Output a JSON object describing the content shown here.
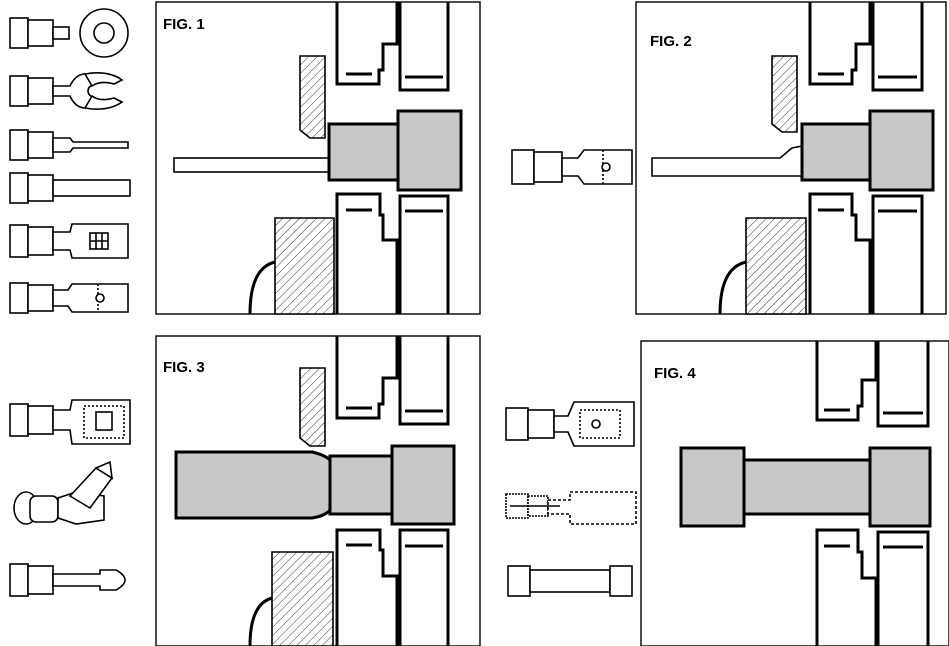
{
  "figures": {
    "fig1": {
      "label": "FIG. 1"
    },
    "fig2": {
      "label": "FIG. 2"
    },
    "fig3": {
      "label": "FIG. 3"
    },
    "fig4": {
      "label": "FIG. 4"
    }
  },
  "colors": {
    "fill_gray": "#c8c8c8",
    "line": "#000000",
    "background": "#ffffff"
  },
  "terminal_icons": [
    "ring-terminal-icon",
    "spade-terminal-icon",
    "pin-terminal-icon",
    "blade-terminal-icon",
    "female-disconnect-icon",
    "male-disconnect-icon",
    "female-disconnect-icon",
    "piggyback-terminal-icon",
    "bullet-terminal-icon",
    "male-disconnect-icon",
    "bullet-receptacle-icon",
    "butt-splice-icon"
  ]
}
